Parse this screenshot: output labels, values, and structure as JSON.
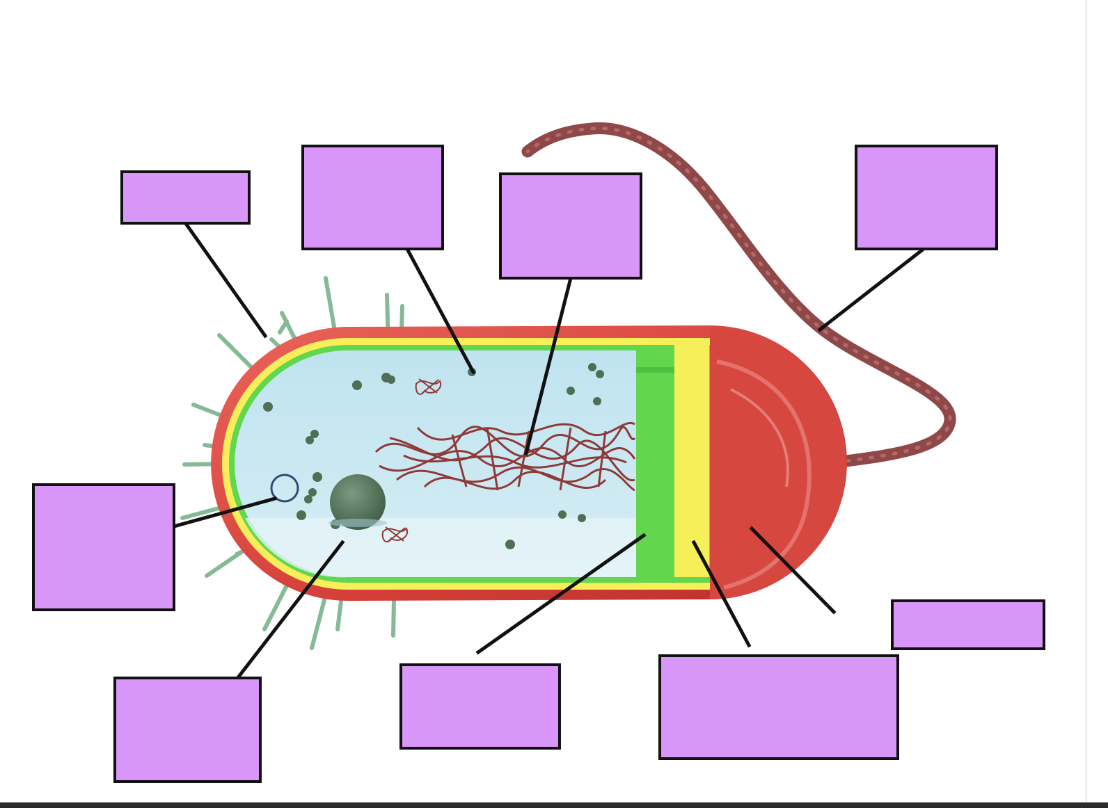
{
  "diagram": {
    "subject": "",
    "colors": {
      "label_fill": "#d896f8",
      "label_border": "#111111",
      "leader_line": "#111111",
      "outer_layer": "#d8453d",
      "cytoplasm": "#cfe9f2",
      "cell_wall": "#f6ef5a",
      "plasma_membrane": "#62d64f",
      "flagellum": "#9b4e4f",
      "pili": "#86b996",
      "ribosome": "#4f6f55",
      "dna": "#8e3a38"
    },
    "labels": [
      {
        "id": "pili",
        "text": ""
      },
      {
        "id": "cytoplasm",
        "text": ""
      },
      {
        "id": "nucleoid",
        "text": ""
      },
      {
        "id": "flagellum",
        "text": ""
      },
      {
        "id": "plasmid",
        "text": ""
      },
      {
        "id": "ribosome",
        "text": ""
      },
      {
        "id": "plasma-membrane",
        "text": ""
      },
      {
        "id": "cell-wall",
        "text": ""
      },
      {
        "id": "capsule-small",
        "text": ""
      },
      {
        "id": "capsule",
        "text": ""
      }
    ]
  }
}
